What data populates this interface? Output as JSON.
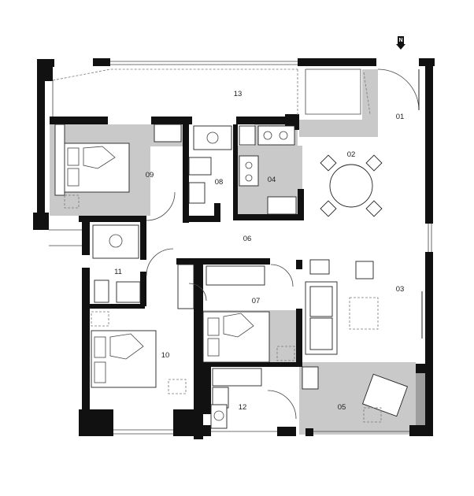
{
  "north_label": "N",
  "rooms": [
    {
      "id": "01",
      "label": "01"
    },
    {
      "id": "02",
      "label": "02"
    },
    {
      "id": "03",
      "label": "03"
    },
    {
      "id": "04",
      "label": "04"
    },
    {
      "id": "05",
      "label": "05"
    },
    {
      "id": "06",
      "label": "06"
    },
    {
      "id": "07",
      "label": "07"
    },
    {
      "id": "08",
      "label": "08"
    },
    {
      "id": "09",
      "label": "09"
    },
    {
      "id": "10",
      "label": "10"
    },
    {
      "id": "11",
      "label": "11"
    },
    {
      "id": "12",
      "label": "12"
    },
    {
      "id": "13",
      "label": "13"
    }
  ],
  "colors": {
    "wall": "#111111",
    "fill_grey": "#c9c9c9",
    "dark_grey": "#9e9e9e"
  }
}
